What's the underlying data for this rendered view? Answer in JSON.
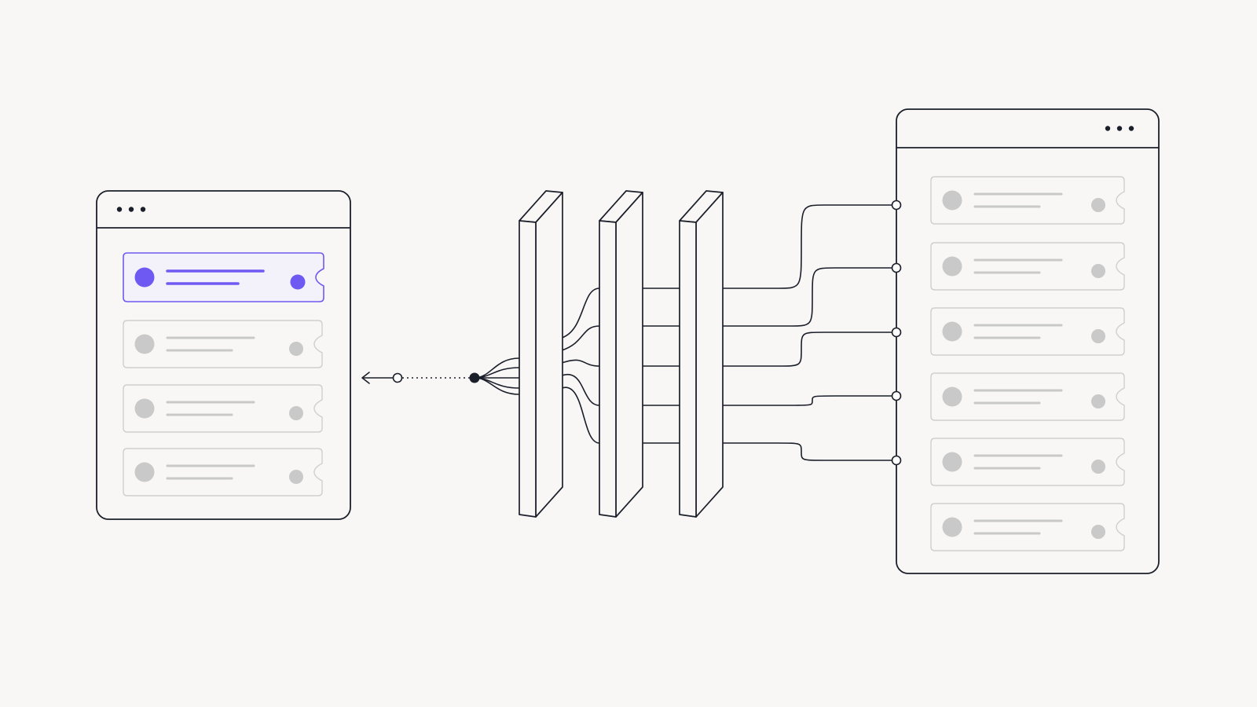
{
  "colors": {
    "background": "#f8f7f5",
    "stroke": "#1b1f2a",
    "accent": "#6e5af2",
    "placeholder": "#c9c9c9",
    "card_border": "#cfcfcf"
  },
  "left_window": {
    "menu_icon": "ellipsis-icon",
    "cards": [
      {
        "state": "selected"
      },
      {
        "state": "default"
      },
      {
        "state": "default"
      },
      {
        "state": "default"
      }
    ]
  },
  "right_window": {
    "menu_icon": "ellipsis-icon",
    "cards": [
      {
        "state": "default",
        "connected": true
      },
      {
        "state": "default",
        "connected": true
      },
      {
        "state": "default",
        "connected": true
      },
      {
        "state": "default",
        "connected": true
      },
      {
        "state": "default",
        "connected": true
      },
      {
        "state": "default",
        "connected": false
      }
    ]
  },
  "filter_layers": {
    "count": 3
  },
  "output": {
    "arrow_icon": "arrow-left-icon",
    "hub_icon": "hub-dot-icon"
  }
}
